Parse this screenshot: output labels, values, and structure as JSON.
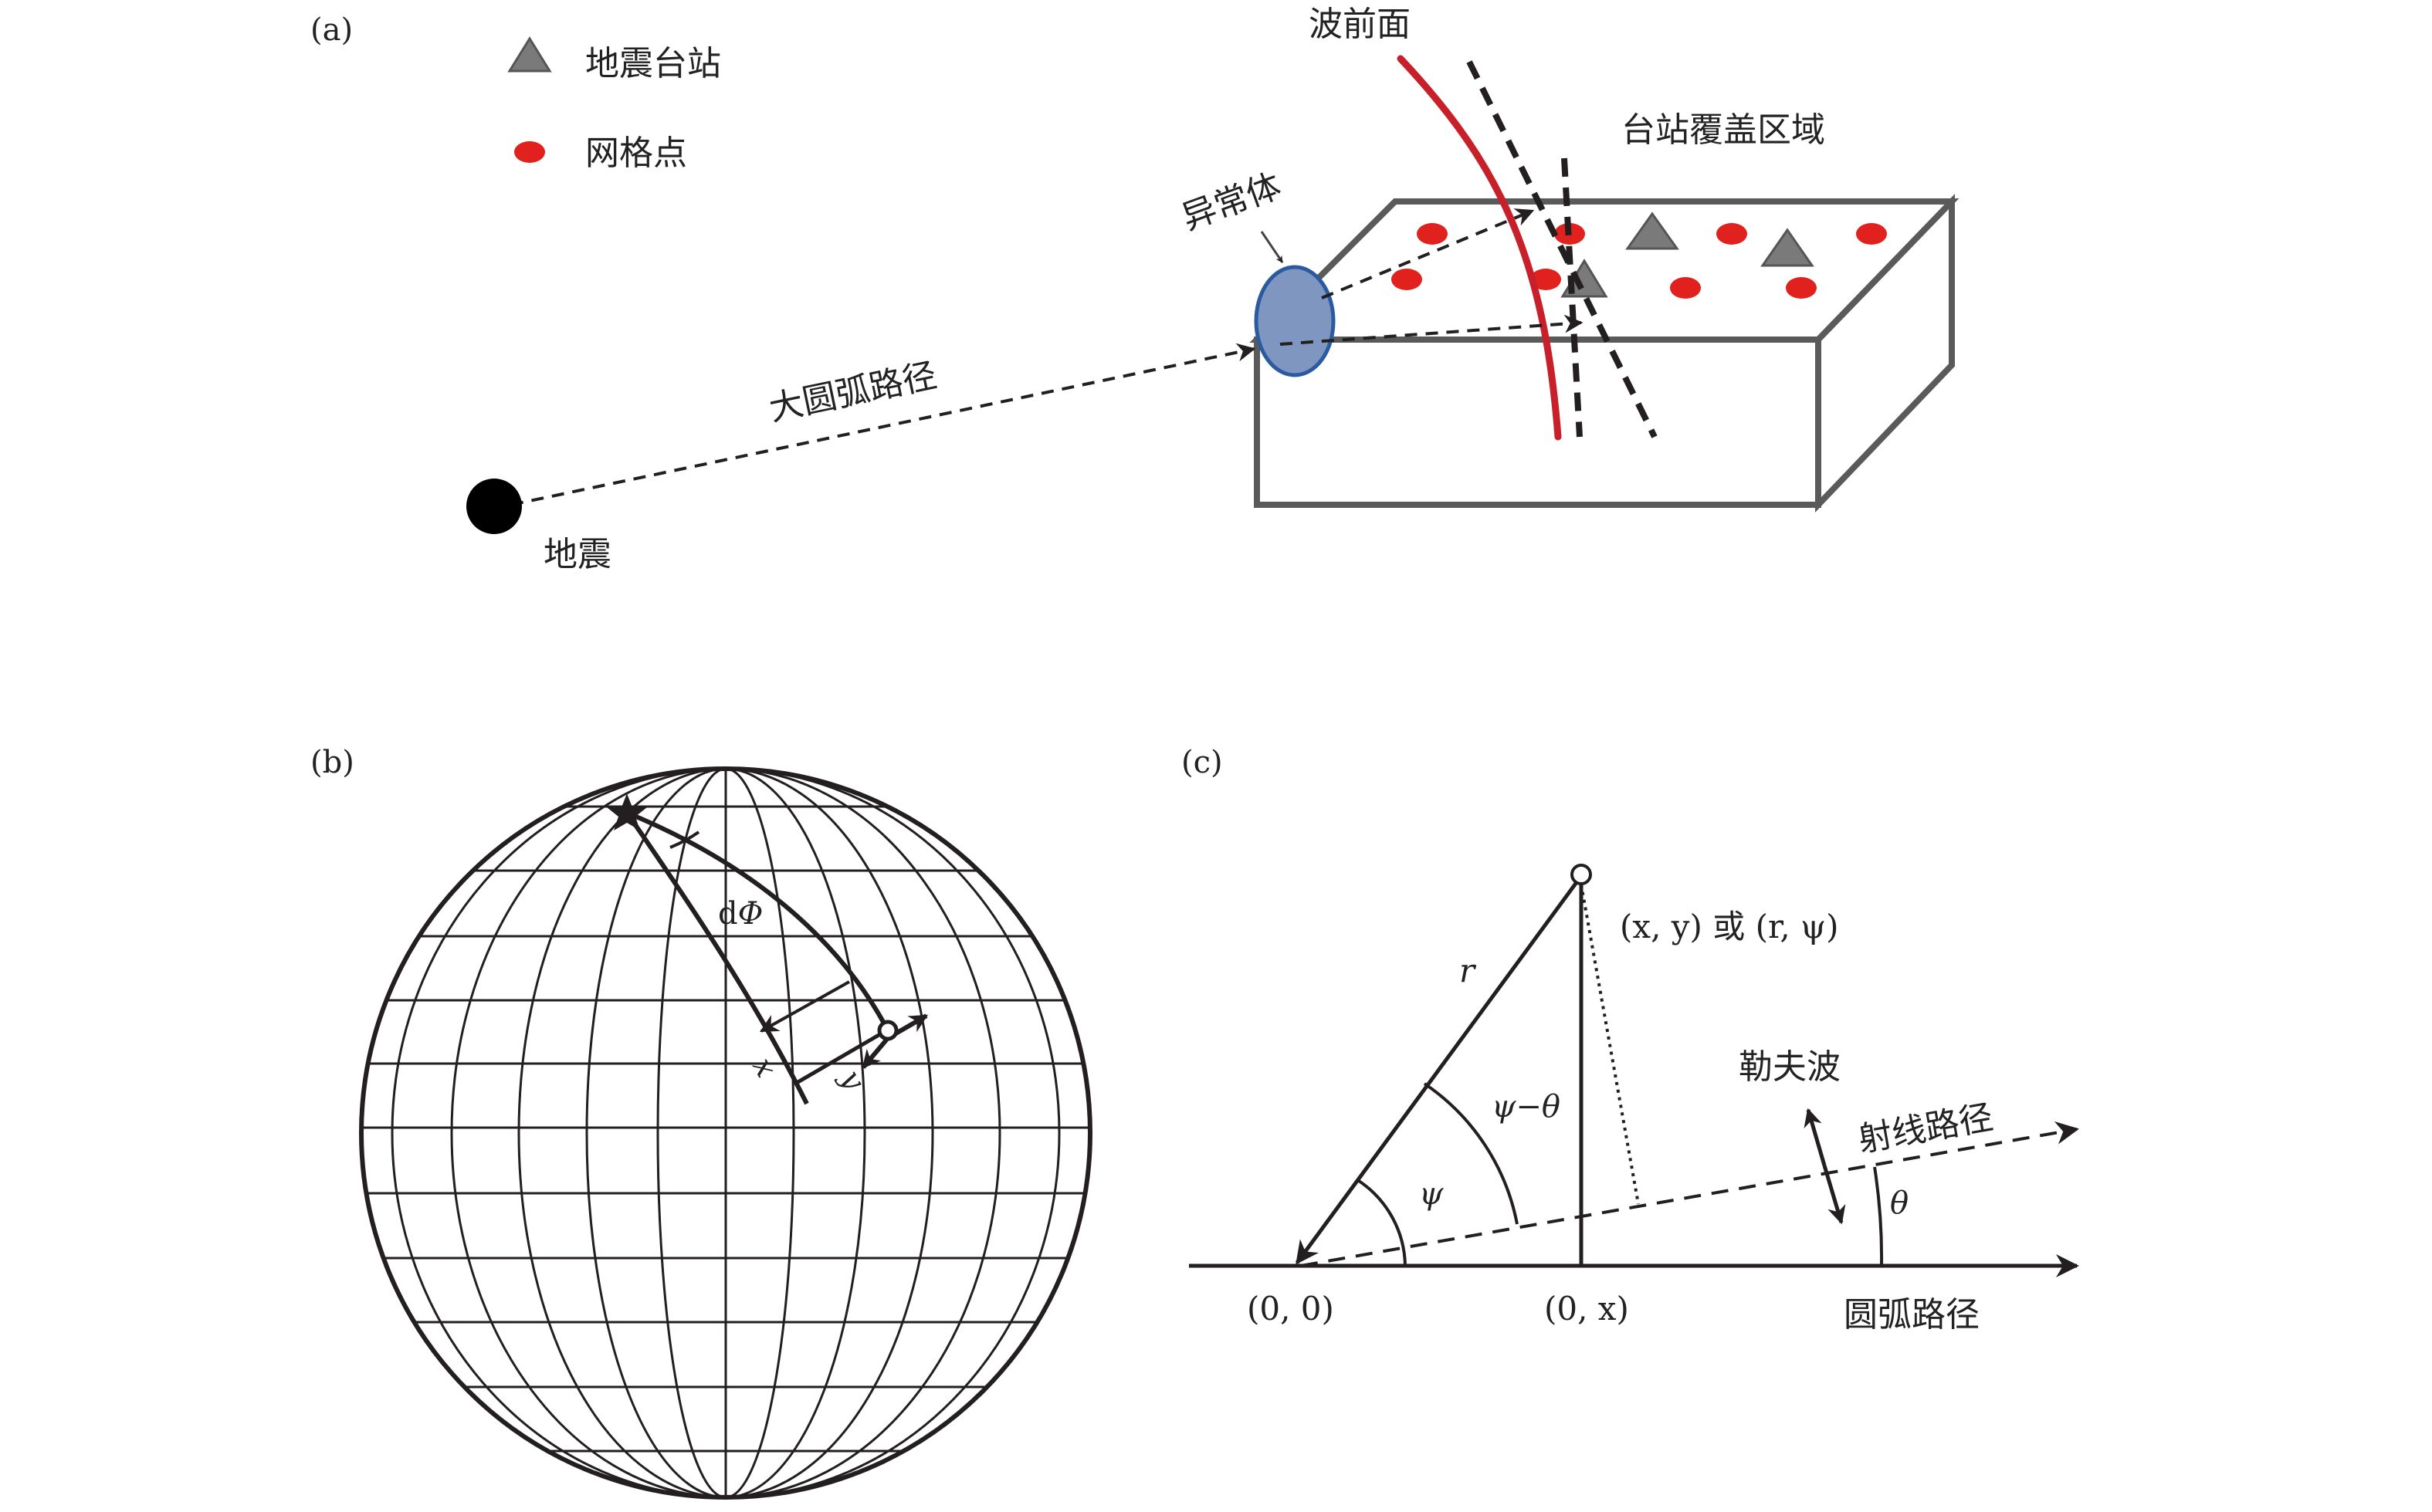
{
  "colors": {
    "ink": "#231f20",
    "wavefront_red": "#c8202a",
    "grid_point_red": "#e0211d",
    "station_gray": "#7a7a7a",
    "box_gray": "#5a5a5a",
    "anomaly_fill": "#7f96c0",
    "anomaly_stroke": "#2a5aa0"
  },
  "panel_a": {
    "label": "(a)",
    "legend": {
      "station": {
        "icon": "triangle-icon",
        "label": "地震台站"
      },
      "grid_point": {
        "icon": "red-dot-icon",
        "label": "网格点"
      }
    },
    "wavefront_label": "波前面",
    "coverage_label": "台站覆盖区域",
    "anomaly_label": "异常体",
    "path_label": "大圆弧路径",
    "earthquake_label": "地震"
  },
  "panel_b": {
    "label": "(b)",
    "dphi": {
      "prefix": "d",
      "symbol": "Φ"
    },
    "x_label": "x",
    "y_label": "y"
  },
  "panel_c": {
    "label": "(c)",
    "point_label": "(x, y) 或 (r, ψ)",
    "r_label": "r",
    "psi_minus_theta": "ψ−θ",
    "psi": "ψ",
    "theta": "θ",
    "love_wave": "勒夫波",
    "ray_path": "射线路径",
    "arc_path": "圆弧路径",
    "origin_label": "(0, 0)",
    "ox_label": "(0, x)"
  }
}
